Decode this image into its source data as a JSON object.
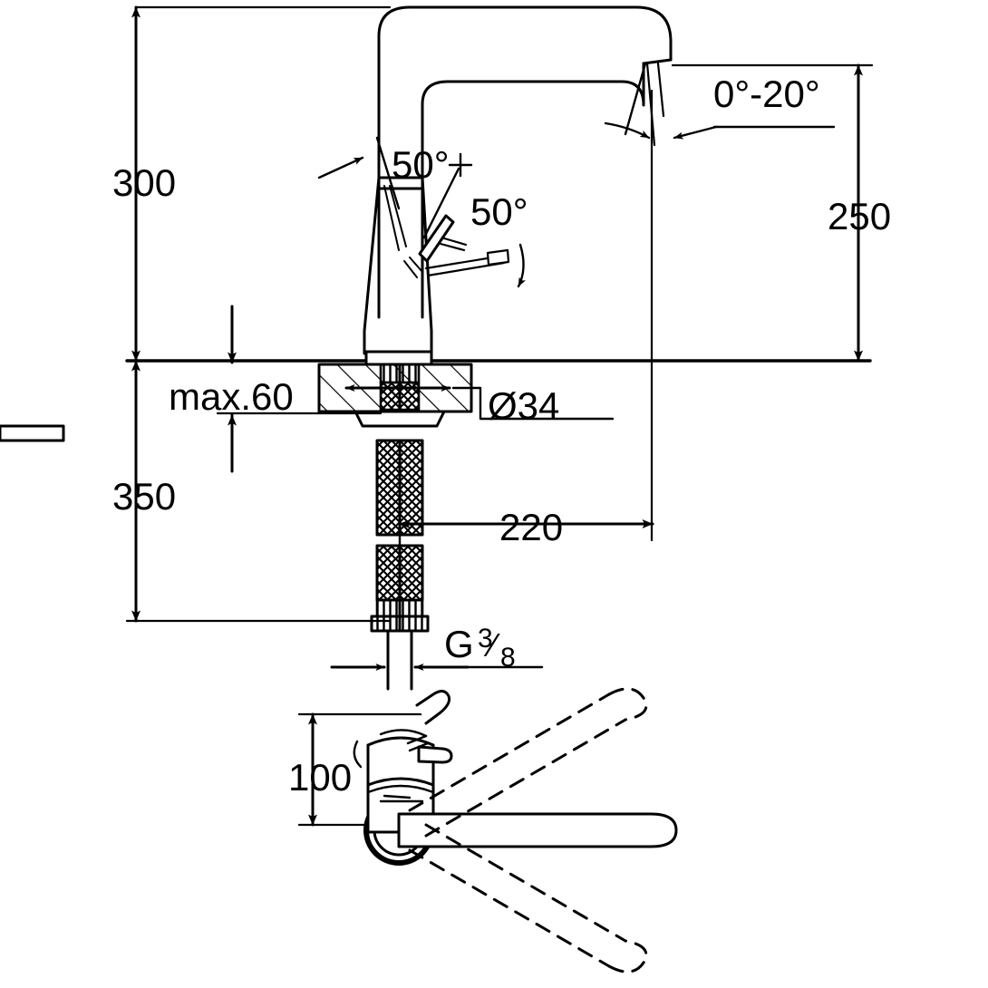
{
  "drawing": {
    "kind": "technical-dimension-drawing",
    "subject": "single-lever kitchen mixer tap",
    "units": "mm",
    "line_color": "#000000",
    "background_color": "#ffffff"
  },
  "dimensions": {
    "height_above_deck": {
      "name": "300",
      "value": "300",
      "unit": "mm",
      "orientation": "vertical",
      "side": "left"
    },
    "depth_below_deck": {
      "name": "350",
      "value": "350",
      "unit": "mm",
      "orientation": "vertical",
      "side": "left"
    },
    "spout_height": {
      "name": "250",
      "value": "250",
      "unit": "mm",
      "orientation": "vertical",
      "side": "right"
    },
    "spout_reach": {
      "name": "220",
      "value": "220",
      "unit": "mm",
      "orientation": "horizontal"
    },
    "deck_thickness": {
      "name": "max.60",
      "value": "max.60",
      "unit": "mm",
      "orientation": "vertical"
    },
    "mounting_hole": {
      "name": "Ø34",
      "value": "Ø34",
      "unit": "mm",
      "orientation": "horizontal"
    },
    "lever_clearance": {
      "name": "100",
      "value": "100",
      "unit": "mm",
      "orientation": "vertical"
    },
    "connection_thread": {
      "name": "G 3/8",
      "prefix": "G",
      "numerator": "3",
      "denominator": "8"
    }
  },
  "angles": {
    "lever_lift_upper": {
      "value": "50°",
      "label": "50 °"
    },
    "lever_lift_lower": {
      "value": "50°",
      "label": "50 °"
    },
    "outlet_tilt": {
      "value": "0°-20°",
      "label": "0 °-20 °"
    }
  },
  "labels": {
    "dim_300": "300",
    "dim_350": "350",
    "dim_250": "250",
    "dim_220": "220",
    "dim_max60": "max.60",
    "dim_d34": "Ø34",
    "dim_100": "100",
    "thread_g": "G",
    "thread_num": "3",
    "thread_den": "8",
    "angle_50_a": "50°",
    "angle_50_b": "50°",
    "angle_0_20": "0°-20°"
  },
  "views": {
    "elevation": {
      "name": "side elevation with swivel spout",
      "swivel_shown": false
    },
    "plan": {
      "name": "top plan view",
      "lever_positions": [
        "solid-centre",
        "dashed-left",
        "dashed-right"
      ]
    }
  }
}
